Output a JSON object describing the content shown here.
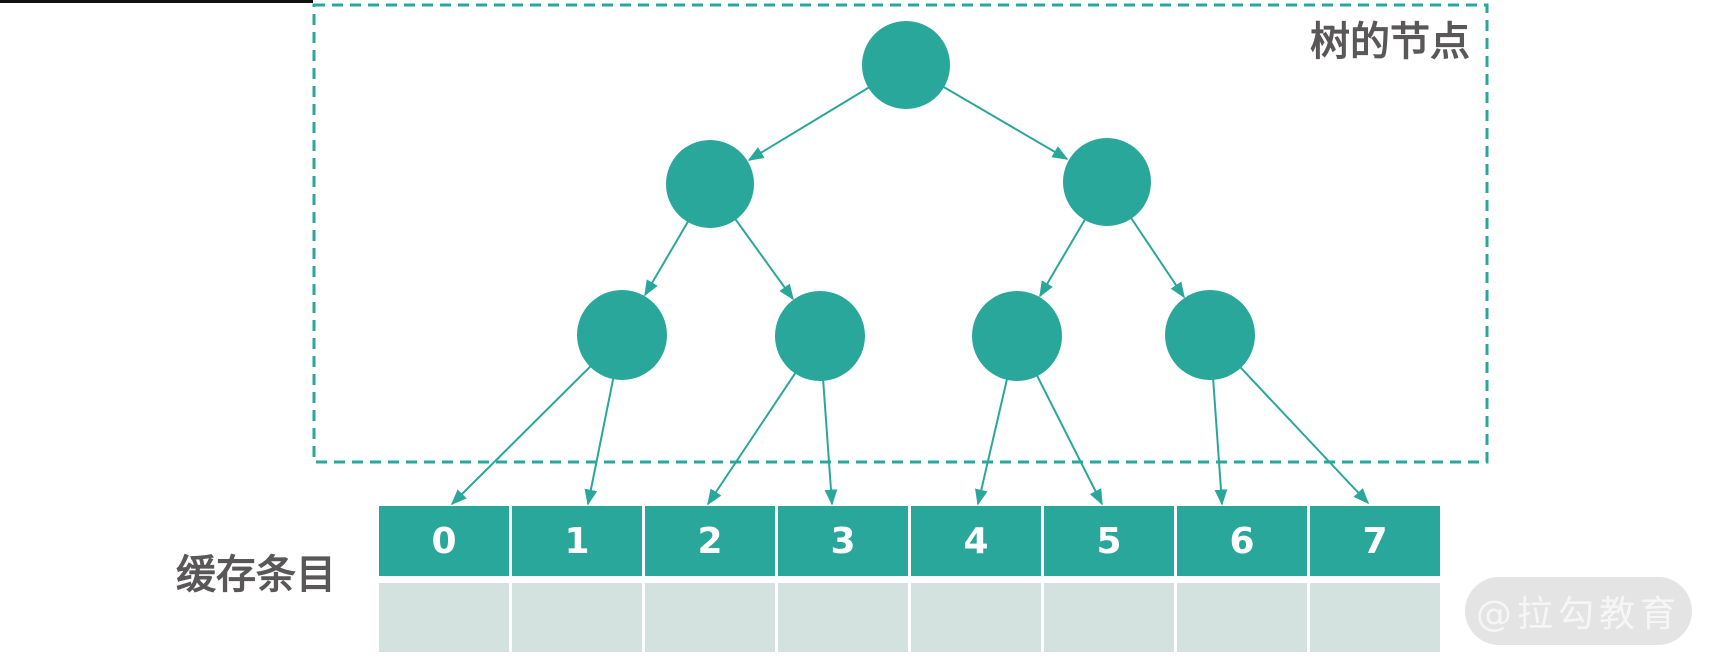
{
  "labels": {
    "tree_nodes": "树的节点",
    "cache_entries": "缓存条目"
  },
  "watermark": {
    "text": "@拉勾教育"
  },
  "cache_cells": [
    "0",
    "1",
    "2",
    "3",
    "4",
    "5",
    "6",
    "7"
  ],
  "colors": {
    "teal": "#2aa79b",
    "light_cell": "#d3e2de",
    "label_text": "#595757",
    "watermark_bg": "#e4e4e4",
    "watermark_text": "#f6f6f6",
    "top_line": "#111111"
  }
}
